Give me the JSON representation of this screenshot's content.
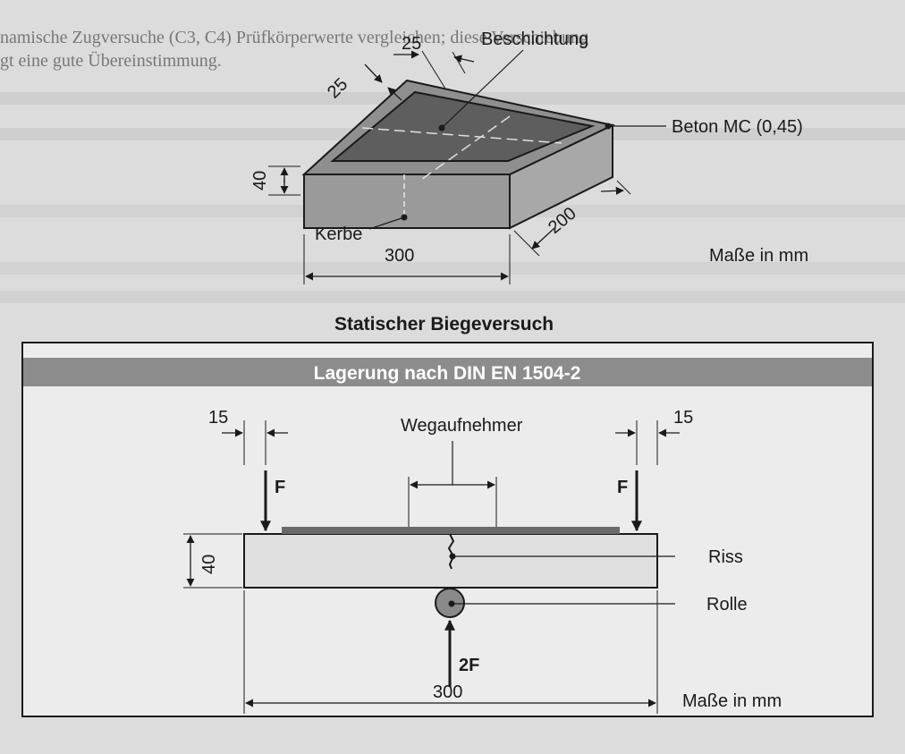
{
  "background_text": {
    "top_line_1": "namische Zugversuche (C3, C4) Prüfkörperwerte vergleichen; diese Verschiebung",
    "top_line_2": "gt eine gute Übereinstimmung."
  },
  "top_figure": {
    "dim_width_top": "25",
    "dim_depth_top": "25",
    "label_coating": "Beschichtung",
    "label_concrete": "Beton MC (0,45)",
    "dim_height": "40",
    "label_notch": "Kerbe",
    "dim_depth": "200",
    "dim_length": "300",
    "units": "Maße in mm"
  },
  "section_title": "Statischer Biegeversuch",
  "bottom_figure": {
    "header": "Lagerung nach DIN EN 1504-2",
    "dim_left_offset": "15",
    "dim_right_offset": "15",
    "label_transducer": "Wegaufnehmer",
    "label_force_left": "F",
    "label_force_right": "F",
    "dim_height": "40",
    "label_crack": "Riss",
    "label_roller": "Rolle",
    "label_force_bottom": "2F",
    "dim_length": "300",
    "units": "Maße in mm"
  }
}
